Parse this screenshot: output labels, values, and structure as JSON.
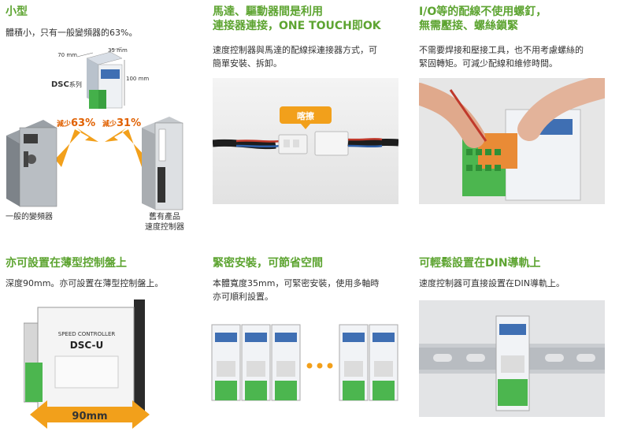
{
  "features": [
    {
      "title": "小型",
      "desc": "體積小，只有一般變頻器的63%。",
      "labels": {
        "dim_70": "70 mm",
        "dim_35": "35 mm",
        "dim_100": "100 mm",
        "series_bold": "DSC",
        "series_rest": "系列",
        "reduce_left_text": "減少",
        "reduce_left_val": "63%",
        "reduce_right_text": "減少",
        "reduce_right_val": "31%",
        "caption_left": "一般的變頻器",
        "caption_right": "舊有產品\n速度控制器"
      }
    },
    {
      "title": "馬達、驅動器間是利用\n連接器連接，ONE TOUCH即OK",
      "desc": "速度控制器與馬達的配線採連接器方式，可\n簡單安裝、拆卸。",
      "labels": {
        "click": "喀擦"
      }
    },
    {
      "title": "I/O等的配線不使用螺釘，\n無需壓接、螺絲鎖緊",
      "desc": "不需要焊接和壓接工具，也不用考慮螺絲的\n緊固轉矩。可減少配線和維修時間。"
    },
    {
      "title": "亦可設置在薄型控制盤上",
      "desc": "深度90mm。亦可設置在薄型控制盤上。",
      "labels": {
        "depth": "90mm",
        "device_name": "DSC-U",
        "device_head": "SPEED CONTROLLER"
      }
    },
    {
      "title": "緊密安裝，可節省空間",
      "desc": "本體寬度35mm，可緊密安裝，使用多軸時\n亦可順利設置。"
    },
    {
      "title": "可輕鬆設置在DIN導軌上",
      "desc": "速度控制器可直接設置在DIN導軌上。"
    }
  ],
  "colors": {
    "accent": "#5da431",
    "orange": "#f2a01b",
    "highlight": "#e06000"
  }
}
